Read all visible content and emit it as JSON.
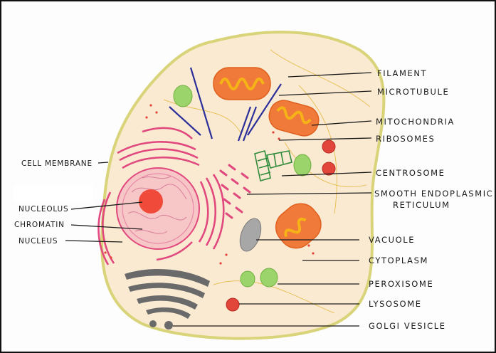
{
  "labels_right": [
    {
      "text": "FILAMENT"
    },
    {
      "text": "MICROTUBULE"
    },
    {
      "text": "MITOCHONDRIA"
    },
    {
      "text": "RIBOSOMES"
    },
    {
      "text": "CENTROSOME"
    },
    {
      "text": "SMOOTH ENDOPLASMIC"
    },
    {
      "text": "RETICULUM"
    },
    {
      "text": "VACUOLE"
    },
    {
      "text": "CYTOPLASM"
    },
    {
      "text": "PEROXISOME"
    },
    {
      "text": "LYSOSOME"
    },
    {
      "text": "GOLGI VESICLE"
    }
  ],
  "labels_left": [
    {
      "text": "CELL MEMBRANE"
    },
    {
      "text": "NUCLEOLUS"
    },
    {
      "text": "CHROMATIN"
    },
    {
      "text": "NUCLEUS"
    }
  ],
  "colors": {
    "membrane": "#d9d47a",
    "cytoplasm": "#fbead2",
    "nucleus": "#f7c6c6",
    "nucleolus": "#f04a3a",
    "er": "#e0487e",
    "mitochondria_outer": "#f07a3a",
    "mitochondria_inner": "#f5b317",
    "microtubule": "#2b2f9a",
    "centrosome": "#2e8b3a",
    "peroxisome": "#9bd46a",
    "lysosome": "#e2453a",
    "vacuole": "#a7a7a7",
    "golgi": "#6a6a6a"
  }
}
